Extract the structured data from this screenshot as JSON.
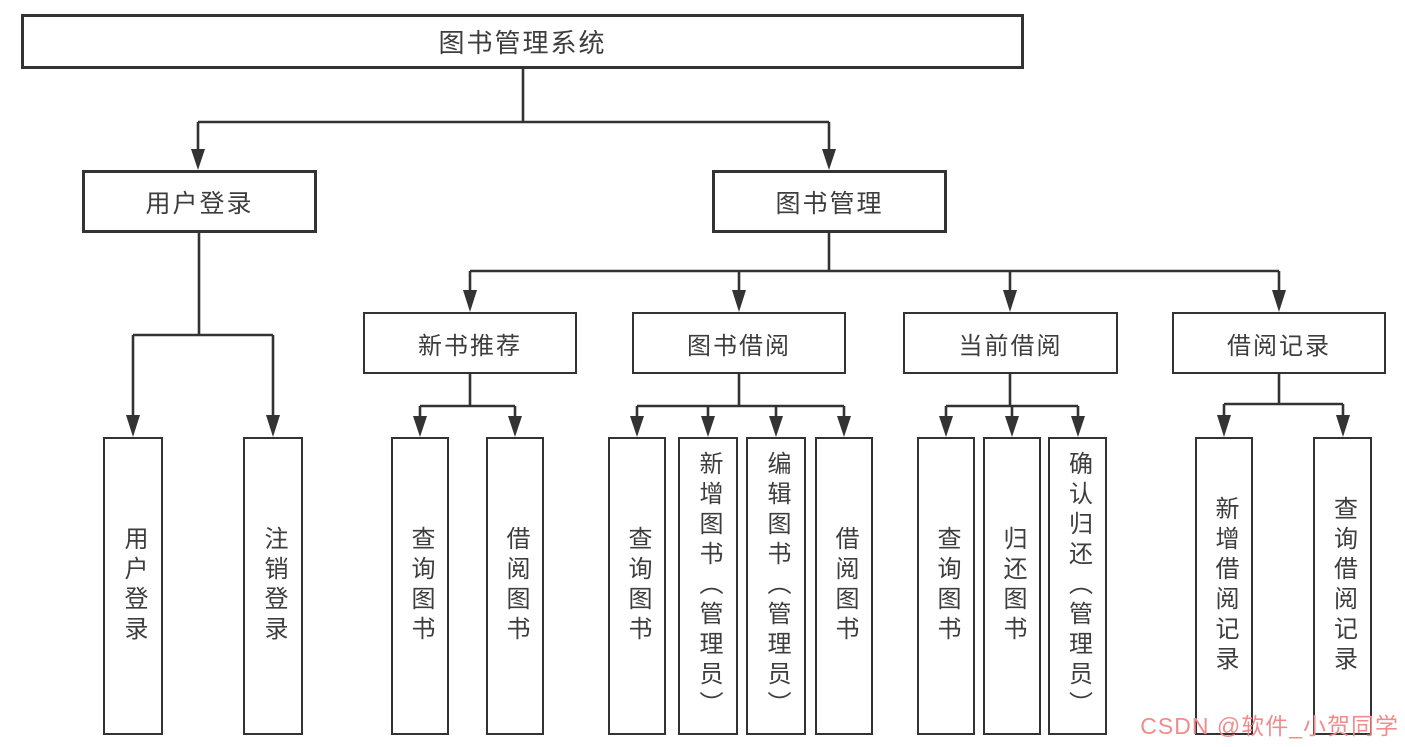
{
  "tree": {
    "label": "图书管理系统",
    "children": [
      {
        "label": "用户登录",
        "children": [
          {
            "label": "用户登录"
          },
          {
            "label": "注销登录"
          }
        ]
      },
      {
        "label": "图书管理",
        "children": [
          {
            "label": "新书推荐",
            "children": [
              {
                "label": "查询图书"
              },
              {
                "label": "借阅图书"
              }
            ]
          },
          {
            "label": "图书借阅",
            "children": [
              {
                "label": "查询图书"
              },
              {
                "label": "新增图书（管理员）"
              },
              {
                "label": "编辑图书（管理员）"
              },
              {
                "label": "借阅图书"
              }
            ]
          },
          {
            "label": "当前借阅",
            "children": [
              {
                "label": "查询图书"
              },
              {
                "label": "归还图书"
              },
              {
                "label": "确认归还（管理员）"
              }
            ]
          },
          {
            "label": "借阅记录",
            "children": [
              {
                "label": "新增借阅记录"
              },
              {
                "label": "查询借阅记录"
              }
            ]
          }
        ]
      }
    ]
  },
  "watermark": {
    "text": "CSDN @软件_小贺同学"
  },
  "colors": {
    "line": "#333333",
    "text": "#3d3d3d",
    "background": "#ffffff",
    "watermark": "#f08c8c"
  }
}
